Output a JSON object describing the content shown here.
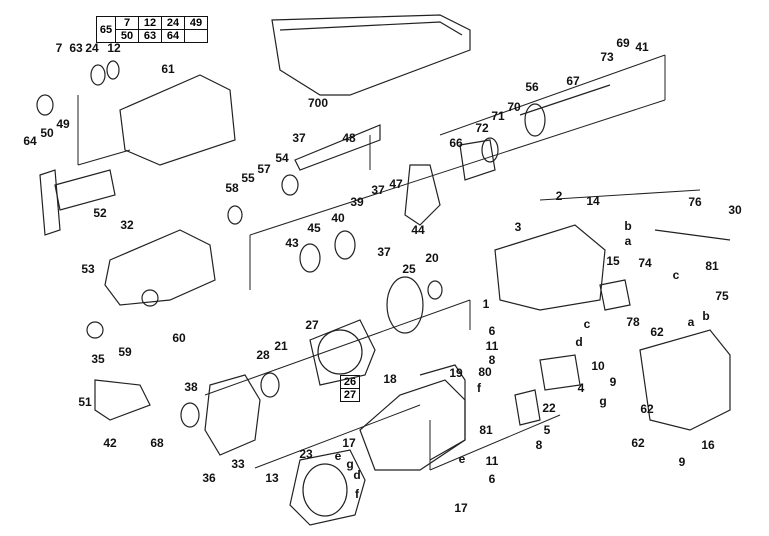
{
  "kit_table": {
    "kit_no": "65",
    "row1": [
      "7",
      "12",
      "24",
      "49"
    ],
    "row2": [
      "50",
      "63",
      "64"
    ]
  },
  "sub_table": {
    "top": "26",
    "bottom": "27"
  },
  "callouts": [
    {
      "id": "700",
      "text": "700"
    },
    {
      "id": "7",
      "text": "7"
    },
    {
      "id": "63",
      "text": "63"
    },
    {
      "id": "24",
      "text": "24"
    },
    {
      "id": "12",
      "text": "12"
    },
    {
      "id": "61",
      "text": "61"
    },
    {
      "id": "69",
      "text": "69"
    },
    {
      "id": "41",
      "text": "41"
    },
    {
      "id": "73",
      "text": "73"
    },
    {
      "id": "67",
      "text": "67"
    },
    {
      "id": "56",
      "text": "56"
    },
    {
      "id": "70",
      "text": "70"
    },
    {
      "id": "71",
      "text": "71"
    },
    {
      "id": "72",
      "text": "72"
    },
    {
      "id": "66",
      "text": "66"
    },
    {
      "id": "48",
      "text": "48"
    },
    {
      "id": "37a",
      "text": "37"
    },
    {
      "id": "54",
      "text": "54"
    },
    {
      "id": "57",
      "text": "57"
    },
    {
      "id": "55",
      "text": "55"
    },
    {
      "id": "58",
      "text": "58"
    },
    {
      "id": "64",
      "text": "64"
    },
    {
      "id": "50",
      "text": "50"
    },
    {
      "id": "49",
      "text": "49"
    },
    {
      "id": "52",
      "text": "52"
    },
    {
      "id": "32",
      "text": "32"
    },
    {
      "id": "47",
      "text": "47"
    },
    {
      "id": "39",
      "text": "39"
    },
    {
      "id": "37b",
      "text": "37"
    },
    {
      "id": "40",
      "text": "40"
    },
    {
      "id": "45",
      "text": "45"
    },
    {
      "id": "43",
      "text": "43"
    },
    {
      "id": "37c",
      "text": "37"
    },
    {
      "id": "44",
      "text": "44"
    },
    {
      "id": "2",
      "text": "2"
    },
    {
      "id": "14",
      "text": "14"
    },
    {
      "id": "3",
      "text": "3"
    },
    {
      "id": "76",
      "text": "76"
    },
    {
      "id": "30",
      "text": "30"
    },
    {
      "id": "b1",
      "text": "b"
    },
    {
      "id": "a1",
      "text": "a"
    },
    {
      "id": "53",
      "text": "53"
    },
    {
      "id": "25",
      "text": "25"
    },
    {
      "id": "20",
      "text": "20"
    },
    {
      "id": "1",
      "text": "1"
    },
    {
      "id": "15",
      "text": "15"
    },
    {
      "id": "74",
      "text": "74"
    },
    {
      "id": "81a",
      "text": "81"
    },
    {
      "id": "c1",
      "text": "c"
    },
    {
      "id": "75",
      "text": "75"
    },
    {
      "id": "a2",
      "text": "a"
    },
    {
      "id": "b2",
      "text": "b"
    },
    {
      "id": "35",
      "text": "35"
    },
    {
      "id": "59",
      "text": "59"
    },
    {
      "id": "60",
      "text": "60"
    },
    {
      "id": "27",
      "text": "27"
    },
    {
      "id": "6a",
      "text": "6"
    },
    {
      "id": "11a",
      "text": "11"
    },
    {
      "id": "8a",
      "text": "8"
    },
    {
      "id": "c2",
      "text": "c"
    },
    {
      "id": "d1",
      "text": "d"
    },
    {
      "id": "78",
      "text": "78"
    },
    {
      "id": "62a",
      "text": "62"
    },
    {
      "id": "21",
      "text": "21"
    },
    {
      "id": "28",
      "text": "28"
    },
    {
      "id": "80",
      "text": "80"
    },
    {
      "id": "10",
      "text": "10"
    },
    {
      "id": "f1",
      "text": "f"
    },
    {
      "id": "22",
      "text": "22"
    },
    {
      "id": "4",
      "text": "4"
    },
    {
      "id": "9a",
      "text": "9"
    },
    {
      "id": "g1",
      "text": "g"
    },
    {
      "id": "51",
      "text": "51"
    },
    {
      "id": "38",
      "text": "38"
    },
    {
      "id": "18",
      "text": "18"
    },
    {
      "id": "19",
      "text": "19"
    },
    {
      "id": "62b",
      "text": "62"
    },
    {
      "id": "5",
      "text": "5"
    },
    {
      "id": "42",
      "text": "42"
    },
    {
      "id": "68",
      "text": "68"
    },
    {
      "id": "33",
      "text": "33"
    },
    {
      "id": "17a",
      "text": "17"
    },
    {
      "id": "81b",
      "text": "81"
    },
    {
      "id": "8b",
      "text": "8"
    },
    {
      "id": "e1",
      "text": "e"
    },
    {
      "id": "11b",
      "text": "11"
    },
    {
      "id": "62c",
      "text": "62"
    },
    {
      "id": "16",
      "text": "16"
    },
    {
      "id": "9b",
      "text": "9"
    },
    {
      "id": "36",
      "text": "36"
    },
    {
      "id": "23",
      "text": "23"
    },
    {
      "id": "e2",
      "text": "e"
    },
    {
      "id": "g2",
      "text": "g"
    },
    {
      "id": "6b",
      "text": "6"
    },
    {
      "id": "13",
      "text": "13"
    },
    {
      "id": "d2",
      "text": "d"
    },
    {
      "id": "f2",
      "text": "f"
    },
    {
      "id": "17b",
      "text": "17"
    }
  ]
}
